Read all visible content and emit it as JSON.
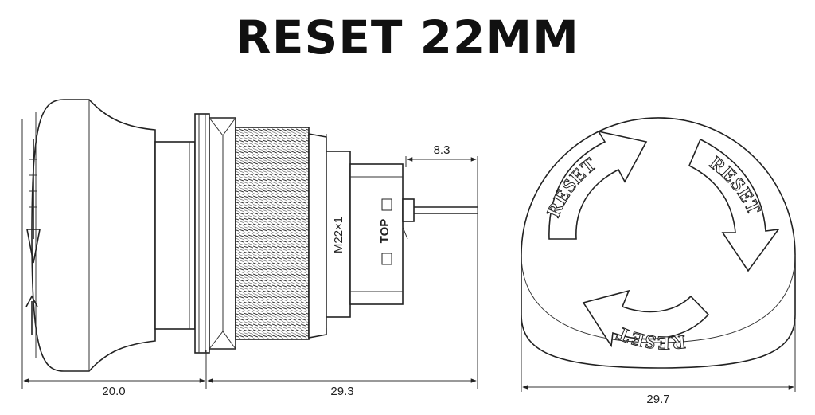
{
  "title": "RESET 22MM",
  "dimensions": {
    "head_length": "20.0",
    "body_length": "29.3",
    "terminal_length": "8.3",
    "head_diameter": "29.7"
  },
  "labels": {
    "thread": "M22×1",
    "top_mark": "TOP",
    "arrow_text": "RESET"
  },
  "icons": {
    "reset_arrows": "curved-arrow-icon",
    "dimension_arrows": "dimension-arrow-icon"
  }
}
